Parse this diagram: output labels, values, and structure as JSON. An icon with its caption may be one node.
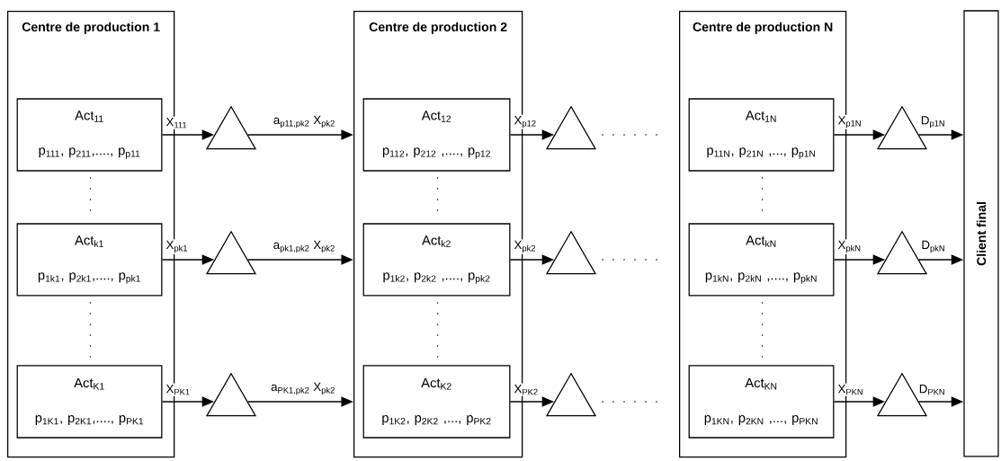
{
  "diagram": {
    "nodes": [
      {
        "text": [
          "Centre de production 1"
        ]
      },
      {
        "text": [
          "Act$_{11}$",
          "p$_{111}$, p$_{211}$,...., p$_{p11}$"
        ],
        "in": 0
      },
      {
        "text": [
          "Act$_{k1}$",
          "p$_{1k1}$, p$_{2k1}$,...., p$_{pk1}$"
        ],
        "in": 0
      },
      {
        "text": [
          "Act$_{K1}$",
          "p$_{1K1}$, p$_{2K1}$,...., p$_{PK1}$"
        ],
        "in": 0
      },
      {
        "text": [
          "Centre de production 2"
        ]
      },
      {
        "text": [
          "Act$_{12}$",
          "p$_{112}$, p$_{212}$ ,...., p$_{p12}$"
        ],
        "in": 4
      },
      {
        "text": [
          "Act$_{k2}$",
          "p$_{1k2}$, p$_{2k2}$ ,...., p$_{pk2}$"
        ],
        "in": 4
      },
      {
        "text": [
          "Act$_{K2}$",
          "p$_{1K2}$, p$_{2K2}$ ,..., p$_{PK2}$"
        ],
        "in": 4
      },
      {
        "text": [
          "Centre de production N"
        ]
      },
      {
        "text": [
          "Act$_{1N}$",
          "p$_{11N}$, p$_{21N}$ ,..., p$_{p1N}$"
        ],
        "in": 8
      },
      {
        "text": [
          "Act$_{kN}$",
          "p$_{1kN}$, p$_{2kN}$ ,...., p$_{pkN}$"
        ],
        "in": 8
      },
      {
        "text": [
          "Act$_{KN}$",
          "p$_{1KN}$, p$_{2KN}$ ,..., p$_{PKN}$"
        ],
        "in": 8
      },
      {
        "text": [
          "Client final"
        ]
      },
      {
        "text": [],
        "shape": "triangle"
      },
      {
        "text": [],
        "shape": "triangle"
      },
      {
        "text": [],
        "shape": "triangle"
      },
      {
        "text": [],
        "shape": "triangle"
      },
      {
        "text": [],
        "shape": "triangle"
      },
      {
        "text": [],
        "shape": "triangle"
      },
      {
        "text": [],
        "shape": "triangle"
      },
      {
        "text": [],
        "shape": "triangle"
      },
      {
        "text": [],
        "shape": "triangle"
      }
    ],
    "edges": [
      {
        "from": 1,
        "to": 13,
        "arrow": "to",
        "label": "X$_{111}$"
      },
      {
        "from": 2,
        "to": 14,
        "arrow": "to",
        "label": "X$_{pk1}$"
      },
      {
        "from": 3,
        "to": 15,
        "arrow": "to",
        "label": "X$_{PK1}$"
      },
      {
        "from": 13,
        "to": 4,
        "arrow": "to",
        "label": "a$_{p11,pk2}$  X$_{pk2}$"
      },
      {
        "from": 14,
        "to": 4,
        "arrow": "to",
        "label": "a$_{pk1,pk2}$  X$_{pk2}$"
      },
      {
        "from": 15,
        "to": 4,
        "arrow": "to",
        "label": "a$_{PK1,pk2}$  X$_{pk2}$"
      },
      {
        "from": 5,
        "to": 16,
        "arrow": "to",
        "label": "X$_{p12}$"
      },
      {
        "from": 6,
        "to": 17,
        "arrow": "to",
        "label": "X$_{pk2}$"
      },
      {
        "from": 7,
        "to": 18,
        "arrow": "to",
        "label": "X$_{PK2}$"
      },
      {
        "from": 9,
        "to": 19,
        "arrow": "to",
        "label": "X$_{p1N}$"
      },
      {
        "from": 10,
        "to": 20,
        "arrow": "to",
        "label": "X$_{pkN}$"
      },
      {
        "from": 11,
        "to": 21,
        "arrow": "to",
        "label": "X$_{PKN}$"
      },
      {
        "from": 19,
        "to": 12,
        "arrow": "to",
        "label": "D$_{p1N}$"
      },
      {
        "from": 20,
        "to": 12,
        "arrow": "to",
        "label": "D$_{pkN}$"
      },
      {
        "from": 21,
        "to": 12,
        "arrow": "to",
        "label": "D$_{PKN}$"
      }
    ]
  }
}
